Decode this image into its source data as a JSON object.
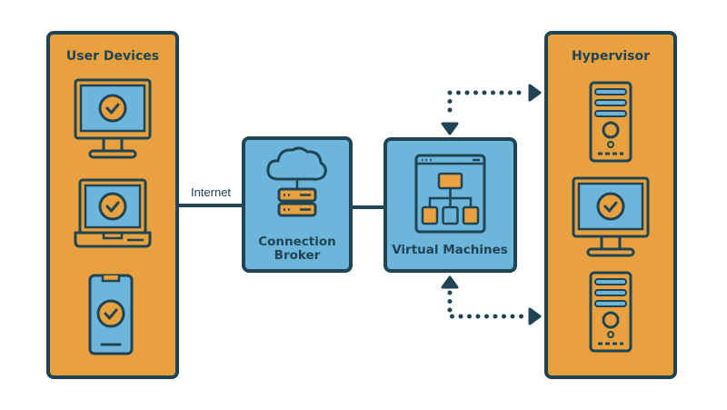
{
  "colors": {
    "panel": "#E9A03E",
    "node": "#6DB5DB",
    "outline": "#1F4454",
    "background": "#FFFFFF"
  },
  "user_devices": {
    "title": "User Devices",
    "icons": [
      "desktop-check-icon",
      "laptop-check-icon",
      "phone-check-icon"
    ]
  },
  "link": {
    "label": "Internet"
  },
  "broker": {
    "line1": "Connection",
    "line2": "Broker",
    "icon": "cloud-server-icon"
  },
  "vms": {
    "label": "Virtual Machines",
    "icon": "app-hierarchy-icon"
  },
  "hypervisor": {
    "title": "Hypervisor",
    "icons": [
      "server-tower-icon",
      "desktop-check-icon",
      "server-tower-icon"
    ]
  }
}
